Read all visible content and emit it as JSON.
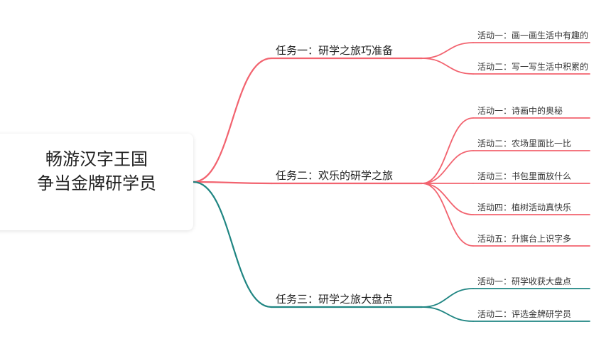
{
  "root": {
    "line1": "畅游汉字王国",
    "line2": "争当金牌研学员"
  },
  "colors": {
    "red": "#f2636f",
    "teal": "#1f8582"
  },
  "tasks": [
    {
      "label": "任务一：研学之旅巧准备",
      "color": "red",
      "activities": [
        "活动一：画一画生活中有趣的事",
        "活动二：写一写生活中积累的汉"
      ]
    },
    {
      "label": "任务二：欢乐的研学之旅",
      "color": "red",
      "activities": [
        "活动一：诗画中的奥秘",
        "活动二：农场里面比一比",
        "活动三：书包里面放什么",
        "活动四：植树活动真快乐",
        "活动五：升旗台上识字多"
      ]
    },
    {
      "label": "任务三：研学之旅大盘点",
      "color": "teal",
      "activities": [
        "活动一：研学收获大盘点",
        "活动二：评选金牌研学员"
      ]
    }
  ]
}
